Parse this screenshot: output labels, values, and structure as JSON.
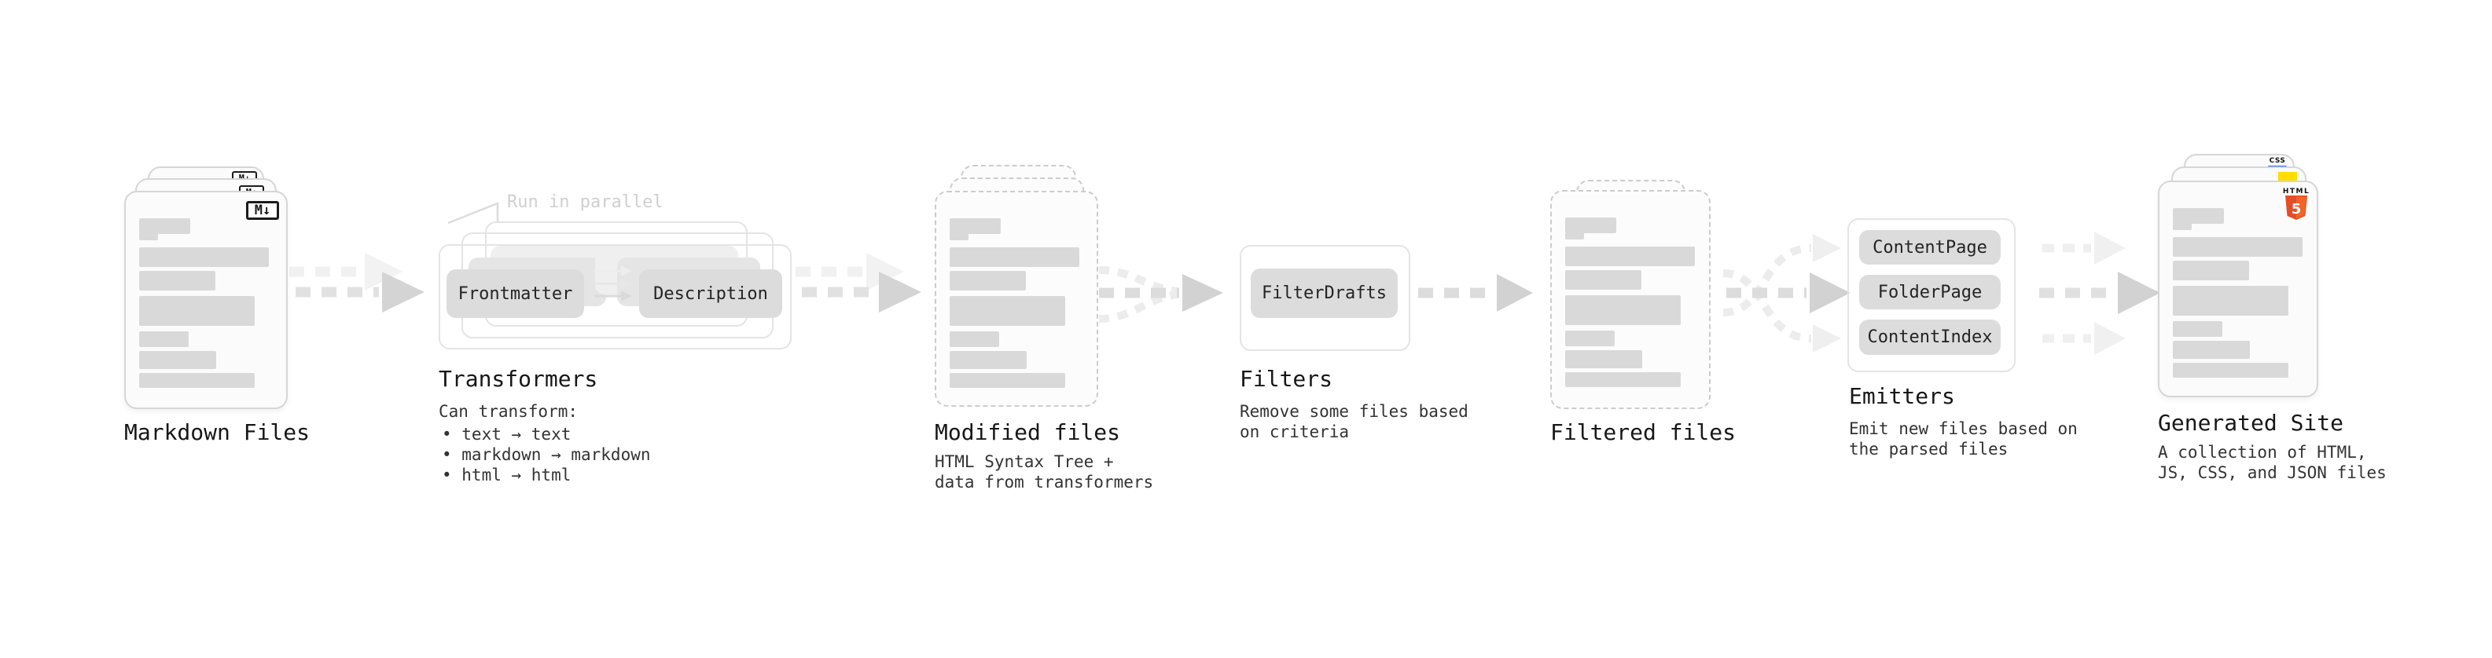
{
  "stages": {
    "markdown": {
      "title": "Markdown Files"
    },
    "transformers": {
      "title": "Transformers",
      "annotation": "Run in parallel",
      "description": "Can transform:",
      "bullets": [
        "• text → text",
        "• markdown → markdown",
        "• html → html"
      ],
      "boxes": [
        "Frontmatter",
        "Description"
      ]
    },
    "modified": {
      "title": "Modified files",
      "description_line1": "HTML Syntax Tree +",
      "description_line2": "data from transformers"
    },
    "filters": {
      "title": "Filters",
      "description_line1": "Remove some files based",
      "description_line2": "on criteria",
      "boxes": [
        "FilterDrafts"
      ]
    },
    "filtered": {
      "title": "Filtered files"
    },
    "emitters": {
      "title": "Emitters",
      "description_line1": "Emit new files based on",
      "description_line2": "the parsed files",
      "boxes": [
        "ContentPage",
        "FolderPage",
        "ContentIndex"
      ]
    },
    "generated": {
      "title": "Generated Site",
      "description_line1": "A collection of HTML,",
      "description_line2": "JS, CSS, and JSON files"
    }
  },
  "file_badges": {
    "markdown": "M↓",
    "html5_label": "HTML",
    "html5_number": "5",
    "css_label": "CSS"
  },
  "colors": {
    "html5_orange": "#e44d26",
    "js_yellow": "#ffdd00",
    "css_blue": "#2965f1"
  }
}
